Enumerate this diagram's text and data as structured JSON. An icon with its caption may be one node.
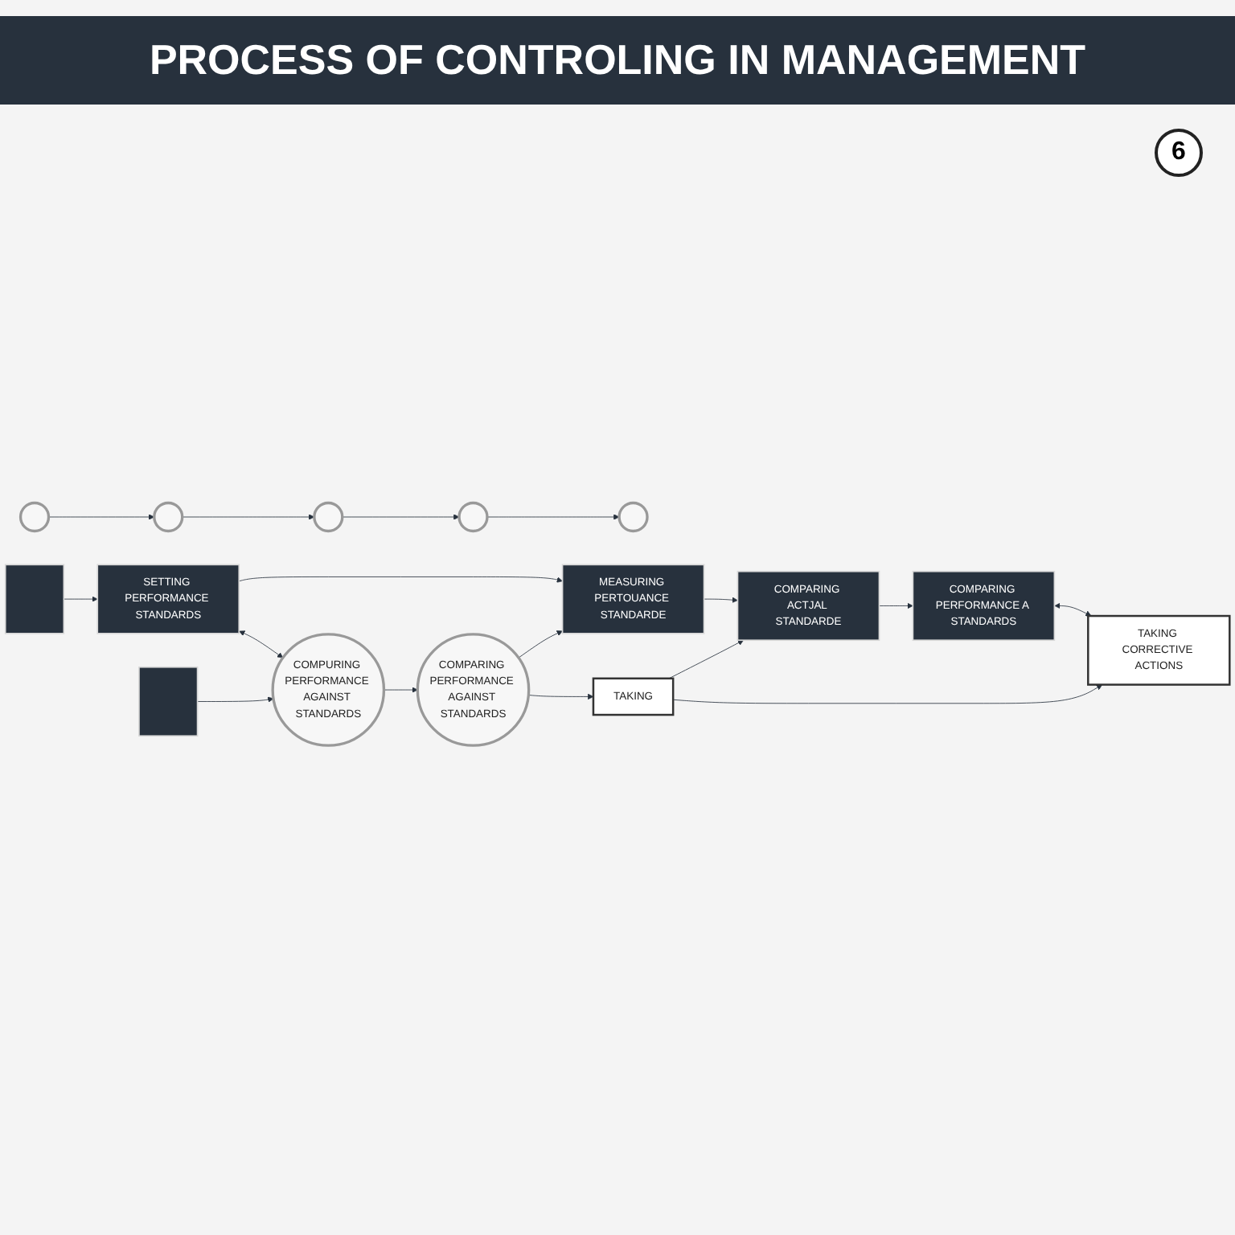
{
  "diagram": {
    "title": "PROCESS OF CONTROLING IN MANAGEMENT",
    "nodes": [
      {
        "text": [],
        "shape": "circle"
      },
      {
        "text": [],
        "shape": "circle"
      },
      {
        "text": [],
        "shape": "circle"
      },
      {
        "text": [],
        "shape": "circle"
      },
      {
        "text": [],
        "shape": "circle"
      },
      {
        "text": [],
        "shape": "box"
      },
      {
        "text": [
          "SETTING PERFORMANCE STANDARDS"
        ]
      },
      {
        "text": [
          "MEASURING PERTOUANCE STANDARDE"
        ]
      },
      {
        "text": [
          "COMPARING ACTJAL STANDARDE"
        ]
      },
      {
        "text": [
          "COMPARING PERFORMANCE A STANDARDS"
        ]
      },
      {
        "text": [],
        "shape": "box"
      },
      {
        "text": [
          "COMPURING PERFORMANCE AGAINST STANDARDS"
        ]
      },
      {
        "text": [
          "COMPARING PERFORMANCE AGAINST STANDARDS"
        ]
      },
      {
        "text": [
          "TAKING"
        ]
      },
      {
        "text": [
          "TAKING CORRECTIVE ACTIONS"
        ]
      }
    ],
    "edges": [
      {
        "from": 0,
        "to": 1,
        "arrow": "to"
      },
      {
        "from": 1,
        "to": 2,
        "arrow": "to"
      },
      {
        "from": 2,
        "to": 3,
        "arrow": "to"
      },
      {
        "from": 3,
        "to": 4,
        "arrow": "to"
      },
      {
        "from": 5,
        "to": 6,
        "arrow": "to"
      },
      {
        "from": 6,
        "to": 7,
        "arrow": "to"
      },
      {
        "from": 7,
        "to": 8,
        "arrow": "to"
      },
      {
        "from": 8,
        "to": 9,
        "arrow": "to"
      },
      {
        "from": 6,
        "to": 11,
        "arrow": "both"
      },
      {
        "from": 12,
        "to": 7,
        "arrow": "to"
      },
      {
        "from": 13,
        "to": 8,
        "arrow": "to"
      },
      {
        "from": 9,
        "to": 14,
        "arrow": "both"
      },
      {
        "from": 10,
        "to": 11,
        "arrow": "to"
      },
      {
        "from": 11,
        "to": 12,
        "arrow": "to"
      },
      {
        "from": 12,
        "to": 13,
        "arrow": "to"
      },
      {
        "from": 13,
        "to": 14,
        "arrow": "to"
      }
    ],
    "labels": [
      "6"
    ]
  }
}
